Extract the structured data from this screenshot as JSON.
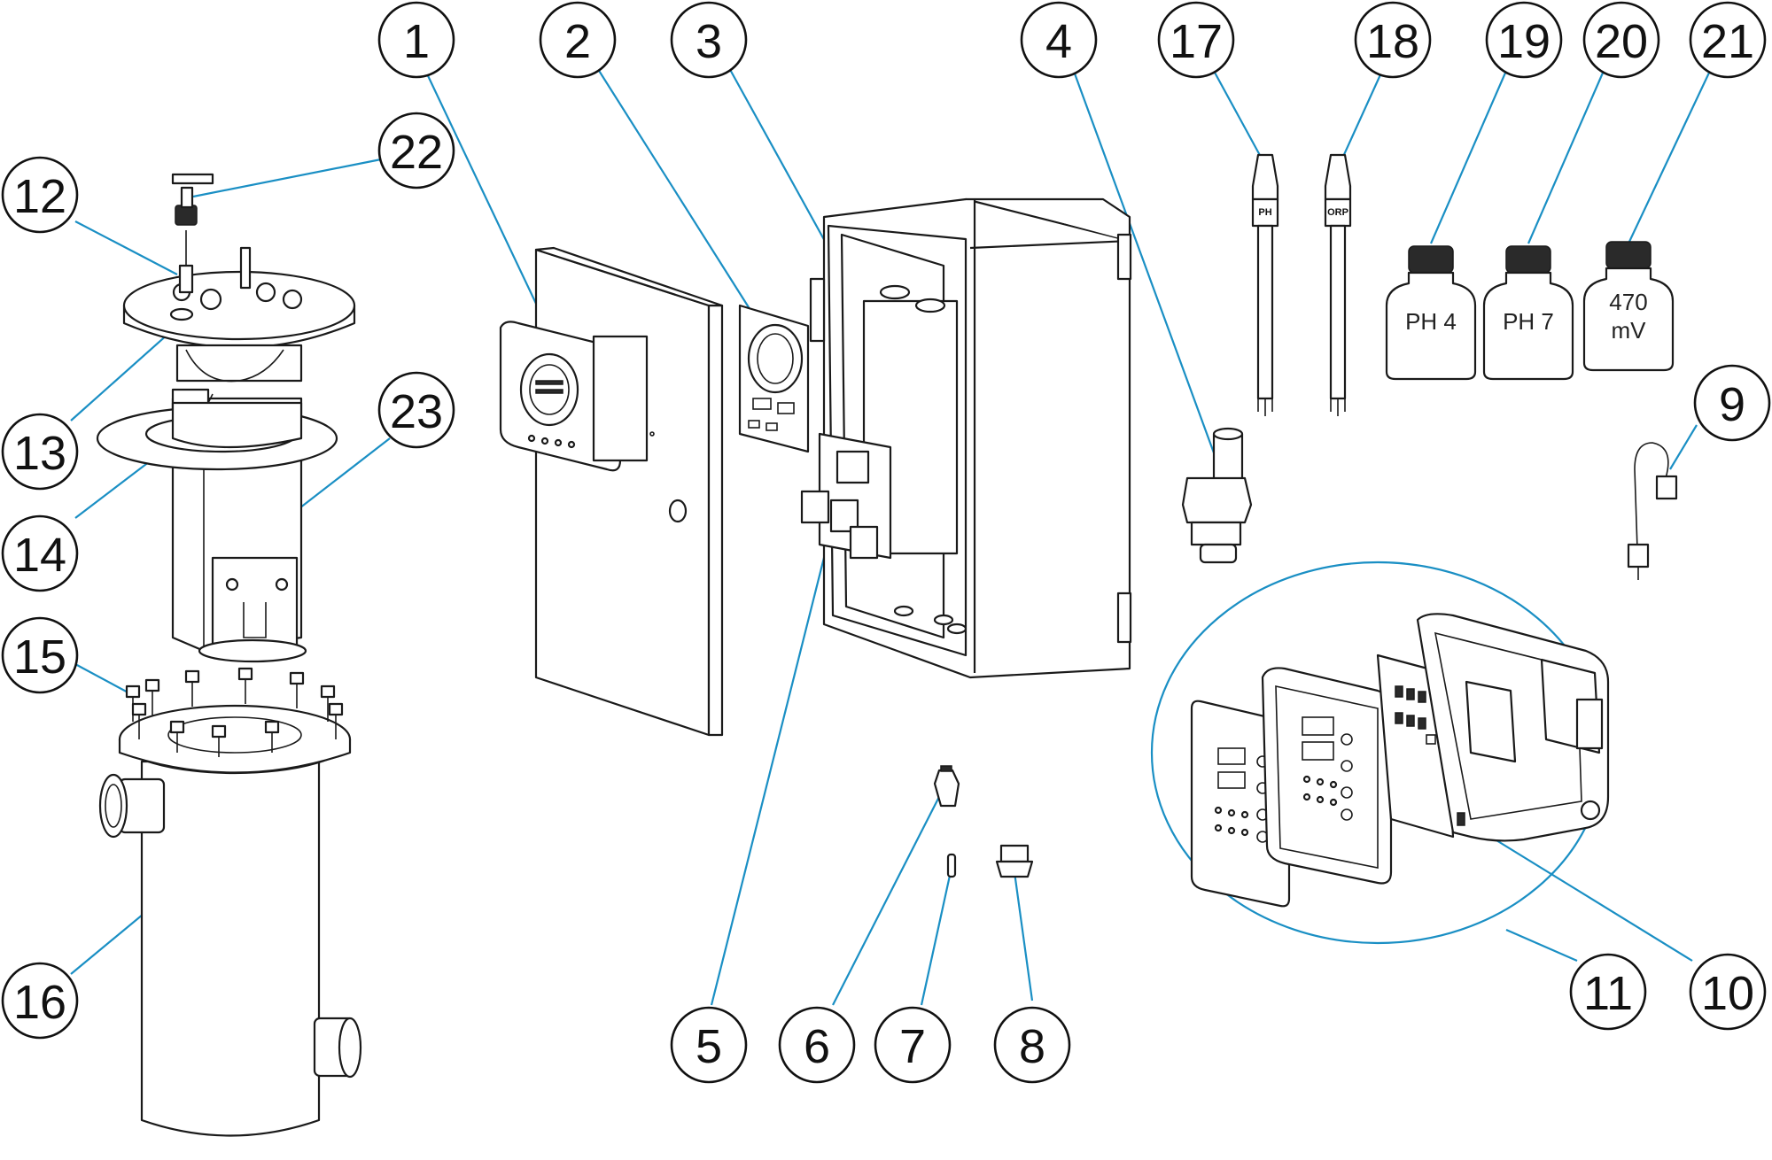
{
  "callouts": [
    {
      "id": 1,
      "label": "1"
    },
    {
      "id": 2,
      "label": "2"
    },
    {
      "id": 3,
      "label": "3"
    },
    {
      "id": 4,
      "label": "4"
    },
    {
      "id": 5,
      "label": "5"
    },
    {
      "id": 6,
      "label": "6"
    },
    {
      "id": 7,
      "label": "7"
    },
    {
      "id": 8,
      "label": "8"
    },
    {
      "id": 9,
      "label": "9"
    },
    {
      "id": 10,
      "label": "10"
    },
    {
      "id": 11,
      "label": "11"
    },
    {
      "id": 12,
      "label": "12"
    },
    {
      "id": 13,
      "label": "13"
    },
    {
      "id": 14,
      "label": "14"
    },
    {
      "id": 15,
      "label": "15"
    },
    {
      "id": 16,
      "label": "16"
    },
    {
      "id": 17,
      "label": "17"
    },
    {
      "id": 18,
      "label": "18"
    },
    {
      "id": 19,
      "label": "19"
    },
    {
      "id": 20,
      "label": "20"
    },
    {
      "id": 21,
      "label": "21"
    },
    {
      "id": 22,
      "label": "22"
    },
    {
      "id": 23,
      "label": "23"
    }
  ],
  "bottles": {
    "ph4": "PH 4",
    "ph7": "PH 7",
    "orp_line1": "470",
    "orp_line2": "mV"
  },
  "probes": {
    "ph": "PH",
    "orp": "ORP"
  },
  "colors": {
    "leader": "#1a8fc4",
    "line": "#1a1a1a"
  }
}
